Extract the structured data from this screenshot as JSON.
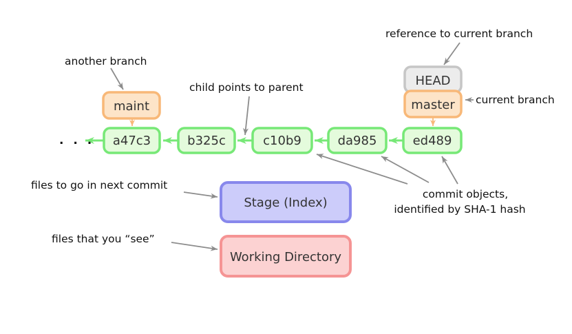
{
  "diagram": {
    "ellipsis": ". . .",
    "commits": [
      {
        "id": "a47c3"
      },
      {
        "id": "b325c"
      },
      {
        "id": "c10b9"
      },
      {
        "id": "da985"
      },
      {
        "id": "ed489"
      }
    ],
    "branches": {
      "maint": "maint",
      "master": "master"
    },
    "head": {
      "label": "HEAD"
    },
    "areas": {
      "stage": "Stage (Index)",
      "working": "Working Directory"
    },
    "annotations": {
      "reference_to_current_branch": "reference to current branch",
      "current_branch": "current branch",
      "another_branch": "another branch",
      "child_points_to_parent": "child points to parent",
      "files_to_go_in_next_commit": "files to go in next commit",
      "files_that_you_see": "files that you “see”",
      "commit_objects_line1": "commit objects,",
      "commit_objects_line2": "identified by SHA-1 hash"
    },
    "colors": {
      "commit_fill": "#e4fbdc",
      "commit_border": "#77e877",
      "branch_fill": "#fde4c8",
      "branch_border": "#f8b878",
      "head_fill": "#ececec",
      "head_border": "#c6c6c6",
      "stage_fill": "#ccccfa",
      "stage_border": "#8888ec",
      "working_fill": "#fcd2d2",
      "working_border": "#f59494",
      "annotation_arrow": "#8c8c8c",
      "label_text": "#111111"
    }
  }
}
